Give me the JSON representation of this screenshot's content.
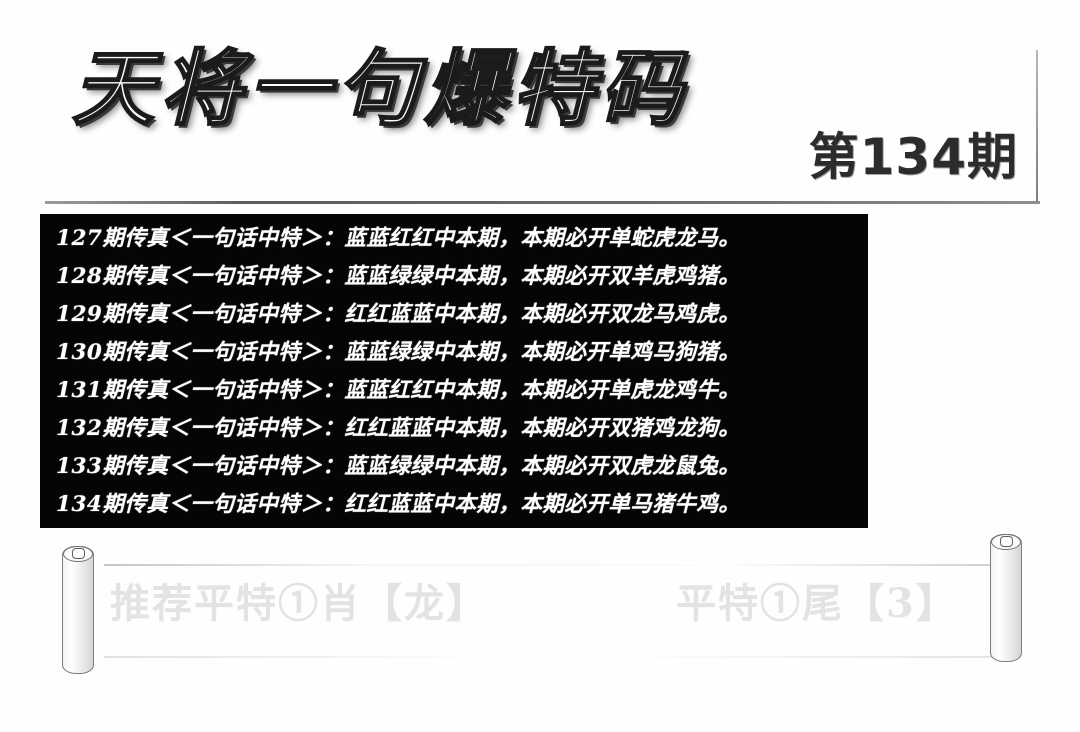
{
  "header": {
    "main_title": "天将一句爆特码",
    "issue_label": "第134期"
  },
  "fax_panel": {
    "lines": [
      {
        "text": "127期传真＜一句话中特＞：蓝蓝红红中本期，本期必开单蛇虎龙马。"
      },
      {
        "text": "128期传真＜一句话中特＞：蓝蓝绿绿中本期，本期必开双羊虎鸡猪。"
      },
      {
        "text": "129期传真＜一句话中特＞：红红蓝蓝中本期，本期必开双龙马鸡虎。"
      },
      {
        "text": "130期传真＜一句话中特＞：蓝蓝绿绿中本期，本期必开单鸡马狗猪。"
      },
      {
        "text": "131期传真＜一句话中特＞：蓝蓝红红中本期，本期必开单虎龙鸡牛。"
      },
      {
        "text": "132期传真＜一句话中特＞：红红蓝蓝中本期，本期必开双猪鸡龙狗。"
      },
      {
        "text": "133期传真＜一句话中特＞：蓝蓝绿绿中本期，本期必开双虎龙鼠兔。"
      },
      {
        "text": "134期传真＜一句话中特＞：红红蓝蓝中本期，本期必开单马猪牛鸡。"
      }
    ]
  },
  "footer": {
    "promo_left": "推荐平特①肖【龙】",
    "promo_right": "平特①尾【3】"
  },
  "colors": {
    "panel_background": "#050505",
    "panel_text": "#ffffff",
    "page_background": "#ffffff",
    "title_text": "#fbfbfb",
    "title_outline": "#1b1b1b",
    "issue_text": "#2c2c2c",
    "promo_text": "#e3e3e3",
    "rule_line": "#6a6a6a"
  }
}
